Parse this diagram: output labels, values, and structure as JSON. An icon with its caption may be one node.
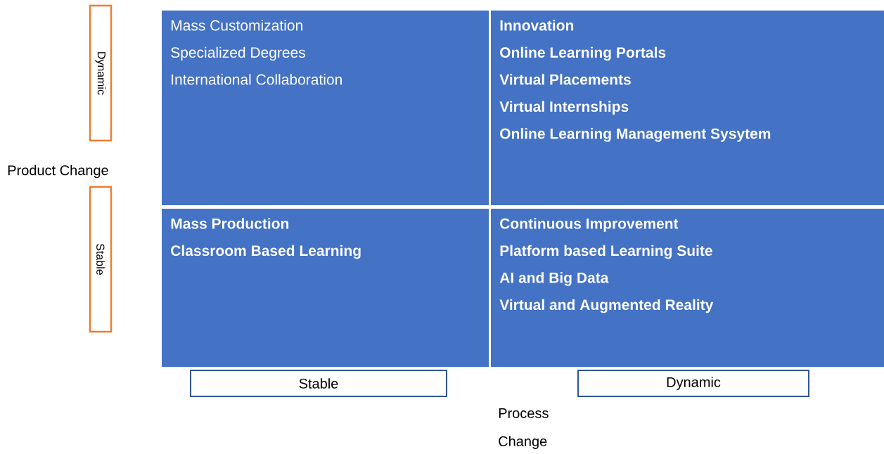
{
  "diagram": {
    "nodes": [
      {
        "text": [
          "Mass Customization",
          "Specialized Degrees",
          "International Collaboration"
        ]
      },
      {
        "text": [
          "Innovation",
          "Online Learning Portals",
          "Virtual Placements",
          "Virtual Internships",
          "Online Learning Management Sysytem"
        ]
      },
      {
        "text": [
          "Mass Production",
          "Classroom Based Learning"
        ]
      },
      {
        "text": [
          "Continuous Improvement",
          "Platform based Learning Suite",
          "AI and Big Data",
          "Virtual and Augmented Reality"
        ]
      },
      {
        "text": [
          "Dynamic"
        ]
      },
      {
        "text": [
          "Stable"
        ]
      },
      {
        "text": [
          "Stable"
        ]
      },
      {
        "text": [
          "Dynamic"
        ]
      }
    ],
    "labels": [
      "Product Change",
      "Process Change"
    ]
  }
}
